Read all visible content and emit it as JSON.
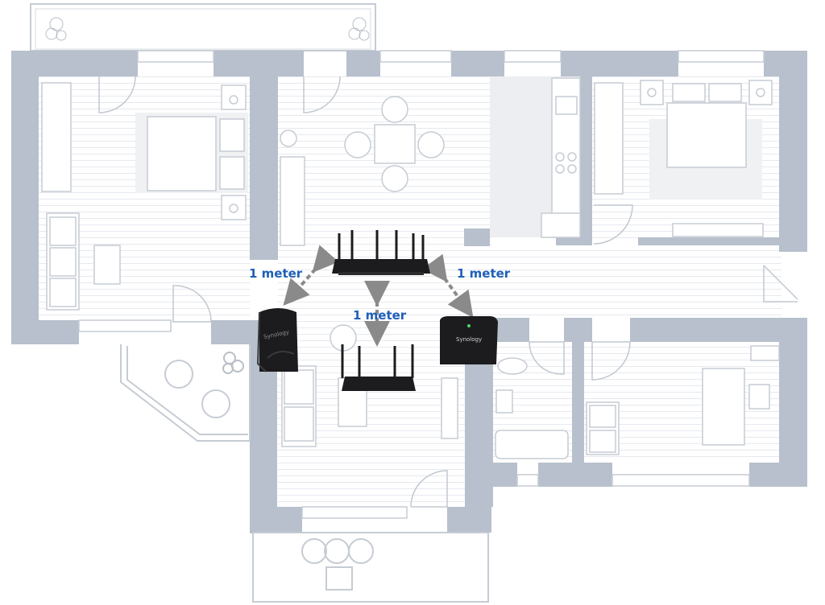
{
  "distance_labels": {
    "left": "1 meter",
    "center": "1 meter",
    "right": "1 meter"
  },
  "device_text": {
    "mesh_router_left": "Synology",
    "mesh_point_right": "Synology"
  },
  "colors": {
    "wall": "#b7c0cc",
    "line": "#cfd5dd",
    "floor_lines": "#e3e7ec",
    "accent_label": "#1f5fb8",
    "arrow": "#8a8a8a",
    "device": "#1c1c1e"
  }
}
